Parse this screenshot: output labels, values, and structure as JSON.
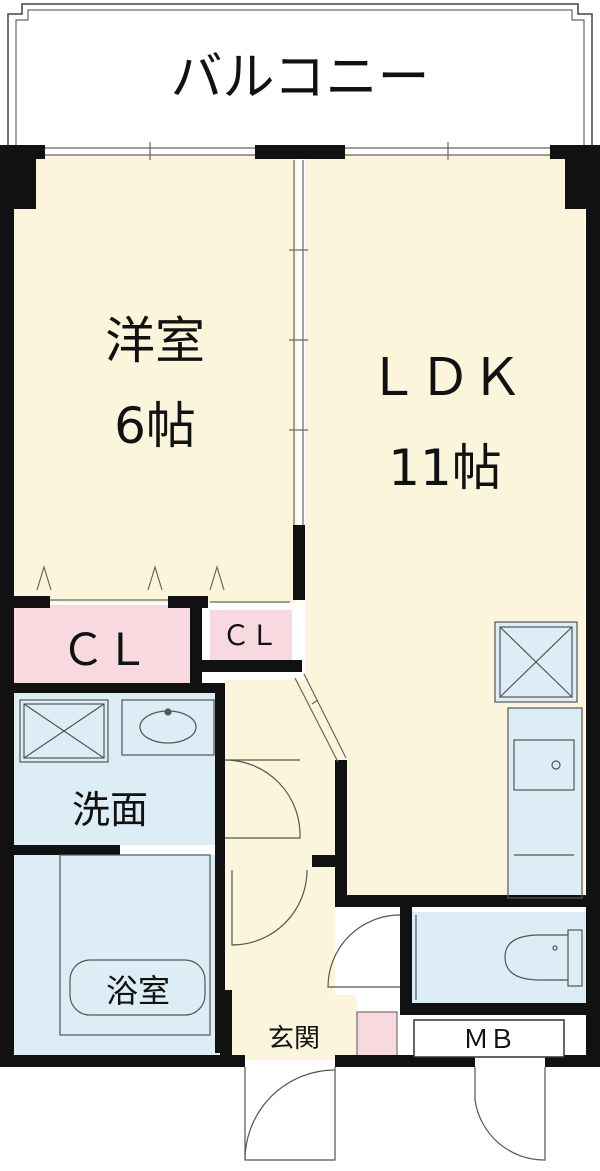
{
  "rooms": {
    "balcony": "バルコニー",
    "western_room": {
      "name": "洋室",
      "size": "6帖"
    },
    "ldk": {
      "name": "ＬＤＫ",
      "size": "11帖"
    },
    "closet_1": "ＣＬ",
    "closet_2": "ＣＬ",
    "washroom": "洗面",
    "bathroom": "浴室",
    "entrance": "玄関",
    "meter_box": "ＭＢ"
  },
  "colors": {
    "tatami_beige": "#fbf5dc",
    "wet_blue": "#dcedf5",
    "closet_pink": "#f8d9e0",
    "wall": "#111111"
  }
}
